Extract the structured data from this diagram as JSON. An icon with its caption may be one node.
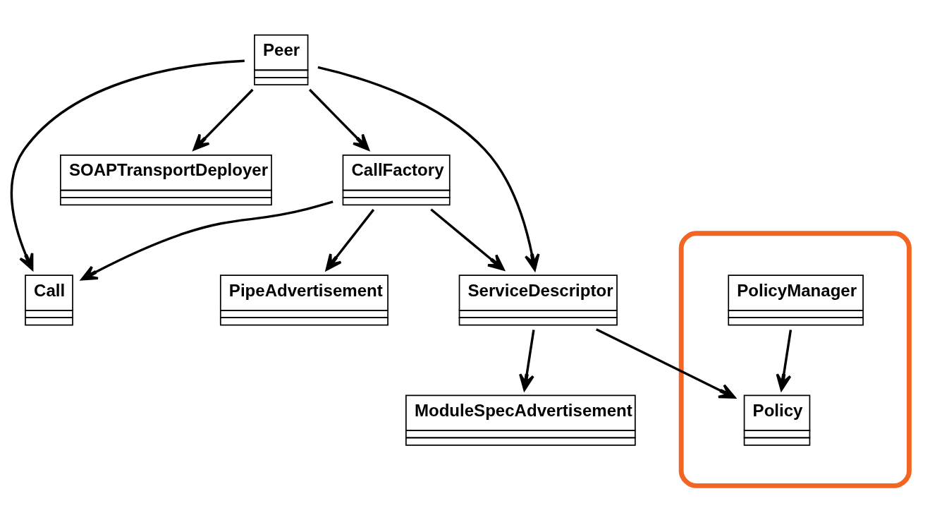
{
  "diagram": {
    "nodes": [
      {
        "text": [
          "Peer"
        ]
      },
      {
        "text": [
          "Call"
        ]
      },
      {
        "text": [
          "SOAPTransportDeployer"
        ]
      },
      {
        "text": [
          "ServiceDescriptor"
        ]
      },
      {
        "text": [
          "CallFactory"
        ]
      },
      {
        "text": [
          "PipeAdvertisement"
        ]
      },
      {
        "text": [],
        "shape": "ellipse"
      },
      {
        "text": [
          "Policy"
        ],
        "in": 6
      },
      {
        "text": [
          "ModuleSpecAdvertisement"
        ]
      },
      {
        "text": [
          "PolicyManager"
        ],
        "in": 6
      }
    ],
    "edges": [
      {
        "from": 0,
        "to": 2,
        "arrow": "to"
      },
      {
        "from": 0,
        "to": 1,
        "arrow": "to"
      },
      {
        "from": 0,
        "to": 4,
        "arrow": "to"
      },
      {
        "from": 0,
        "to": 3,
        "arrow": "to"
      },
      {
        "from": 4,
        "to": 1,
        "arrow": "to"
      },
      {
        "from": 4,
        "to": 3,
        "arrow": "to"
      },
      {
        "from": 4,
        "to": 5,
        "arrow": "to"
      },
      {
        "from": 3,
        "to": 8,
        "arrow": "to"
      },
      {
        "from": 3,
        "to": 7,
        "arrow": "to"
      },
      {
        "from": 9,
        "to": 7,
        "arrow": "to"
      }
    ]
  }
}
